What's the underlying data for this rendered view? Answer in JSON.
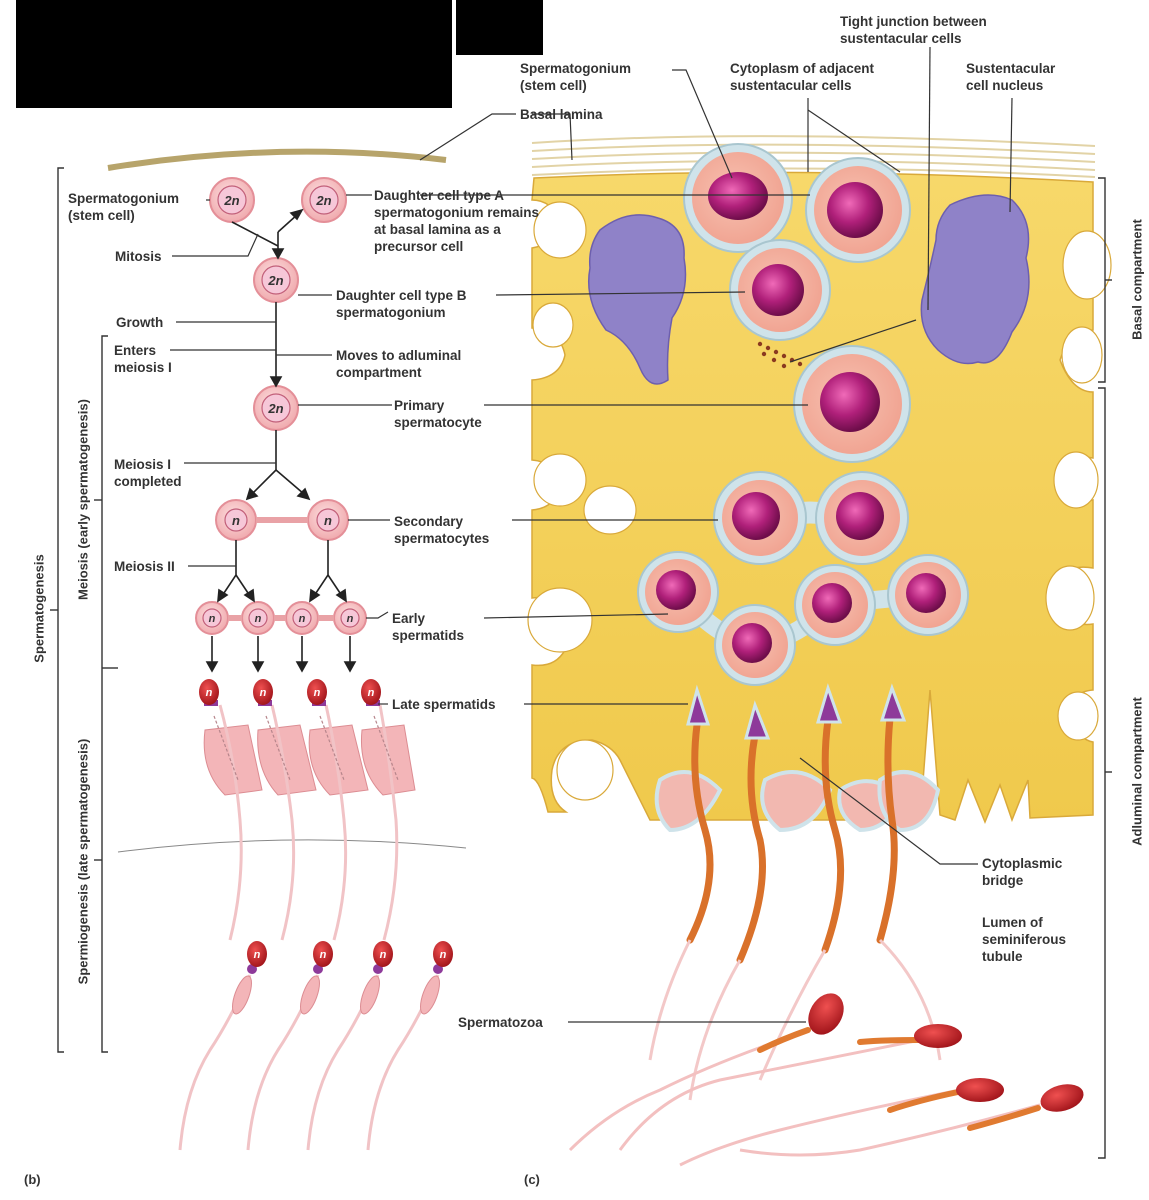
{
  "panels": {
    "left": "(b)",
    "right": "(c)"
  },
  "ploidy": {
    "diploid": "2n",
    "haploid": "n"
  },
  "left_labels": {
    "spermatogonium": "Spermatogonium\n(stem cell)",
    "mitosis": "Mitosis",
    "daughter_a": "Daughter cell type A\nspermatogonium remains\nat basal lamina as a\nprecursor cell",
    "daughter_b": "Daughter cell type B\nspermatogonium",
    "growth": "Growth",
    "enters_meiosis": "Enters\nmeiosis I",
    "moves": "Moves to adluminal\ncompartment",
    "primary": "Primary\nspermatocyte",
    "meiosis1": "Meiosis I\ncompleted",
    "secondary": "Secondary\nspermatocytes",
    "meiosis2": "Meiosis II",
    "early": "Early\nspermatids",
    "late": "Late spermatids",
    "spermatozoa": "Spermatozoa"
  },
  "right_labels": {
    "spermatogonium": "Spermatogonium\n(stem cell)",
    "basal_lamina": "Basal lamina",
    "cytoplasm": "Cytoplasm of adjacent\nsustentacular cells",
    "tight_junction": "Tight junction between\nsustentacular cells",
    "nucleus": "Sustentacular\ncell nucleus",
    "bridge": "Cytoplasmic\nbridge",
    "lumen": "Lumen of\nseminiferous\ntubule"
  },
  "vertical_labels": {
    "spermatogenesis": "Spermatogenesis",
    "meiosis_early": "Meiosis (early spermatogenesis)",
    "spermiogenesis": "Spermiogenesis (late spermatogenesis)",
    "basal_compartment": "Basal compartment",
    "adluminal_compartment": "Adluminal compartment"
  },
  "colors": {
    "cytoplasm": "#f5d25c",
    "cell": "#f3b8b8",
    "nucleus": "#b0207a",
    "sertoli_nucleus": "#8f82c8",
    "sperm_head": "#c9202a",
    "line": "#333333"
  }
}
